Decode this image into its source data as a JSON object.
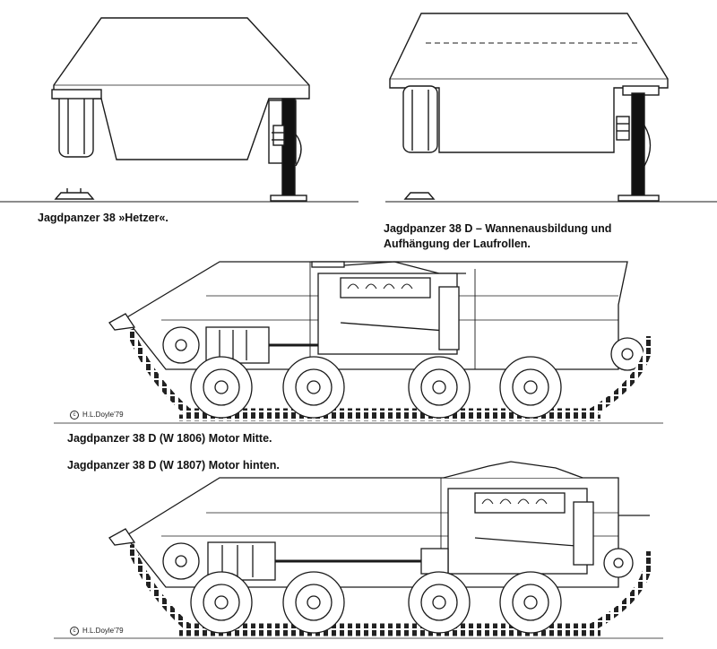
{
  "captions": {
    "cross_section_left": "Jagdpanzer 38 »Hetzer«.",
    "cross_section_right_line1": "Jagdpanzer 38 D – Wannenausbildung und",
    "cross_section_right_line2": "Aufhängung der Laufrollen.",
    "side_view_mid_engine": "Jagdpanzer 38 D (W 1806) Motor Mitte.",
    "side_view_rear_engine": "Jagdpanzer 38 D (W 1807) Motor hinten."
  },
  "signature": {
    "copyright_symbol": "c",
    "artist": "H.L.Doyle'79"
  },
  "colors": {
    "background": "#ffffff",
    "line": "#1a1a1a",
    "fill_dark": "#111111"
  }
}
